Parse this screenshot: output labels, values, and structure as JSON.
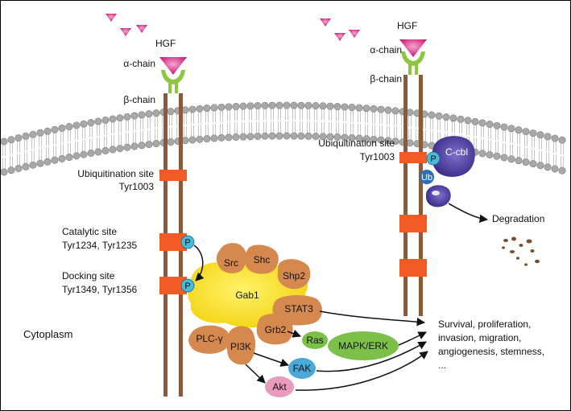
{
  "left_receptor": {
    "ligand": "HGF",
    "alpha_chain": "α-chain",
    "beta_chain": "β-chain",
    "ubiquitination_label": "Ubiquitination site",
    "ubiquitination_residue": "Tyr1003",
    "catalytic_label": "Catalytic site",
    "catalytic_residues": "Tyr1234, Tyr1235",
    "docking_label": "Docking site",
    "docking_residues": "Tyr1349, Tyr1356",
    "phospho": "P"
  },
  "right_receptor": {
    "ligand": "HGF",
    "alpha_chain": "α-chain",
    "beta_chain": "β-chain",
    "ubiquitination_label": "Ubiquitination site",
    "ubiquitination_residue": "Tyr1003",
    "phospho": "P",
    "cbl": "C-cbl",
    "ub": "Ub",
    "degradation": "Degradation"
  },
  "signaling": {
    "gab1": "Gab1",
    "src": "Src",
    "shc": "Shc",
    "shp2": "Shp2",
    "stat3": "STAT3",
    "grb2": "Grb2",
    "plcg": "PLC-γ",
    "pi3k": "PI3K",
    "ras": "Ras",
    "mapk_erk": "MAPK/ERK",
    "fak": "FAK",
    "akt": "Akt"
  },
  "cytoplasm_label": "Cytoplasm",
  "outcomes": [
    "Survival, proliferation,",
    "invasion, migration,",
    "angiogenesis, stemness,",
    "..."
  ],
  "colors": {
    "hgf": "#d8197f",
    "alpha_chain": "#8dc63f",
    "beta_chain": "#8a5a3a",
    "tyrosine_box": "#f05a24",
    "phospho": "#4ab8d8",
    "gab1": "#f7e11a",
    "adaptor": "#d6894f",
    "mapk": "#7cc04a",
    "fak": "#4aa9d6",
    "akt": "#e89bbd",
    "cbl": "#5540a3",
    "ub": "#2e6fb5",
    "membrane": "#a8a8a8"
  }
}
